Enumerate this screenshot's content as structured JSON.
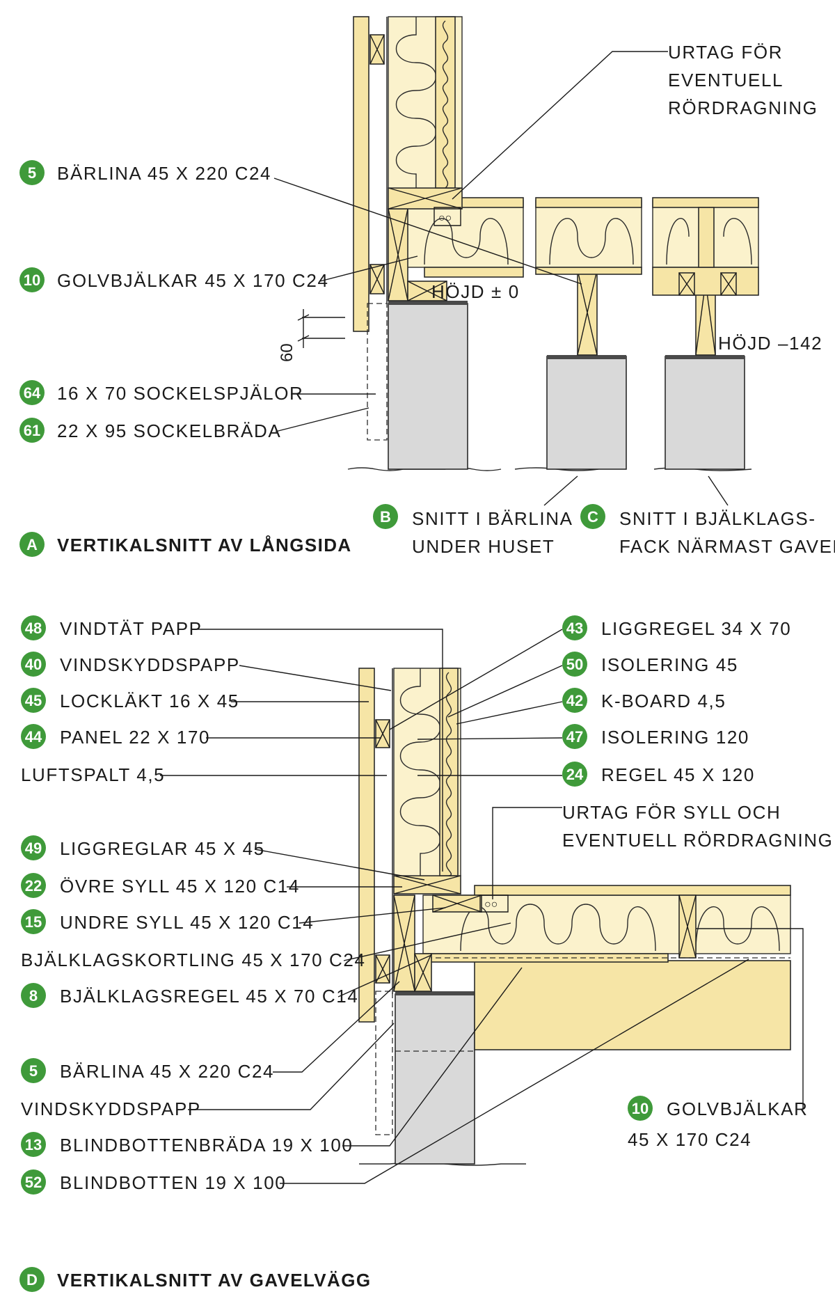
{
  "colors": {
    "badge_green": "#3f9a3a",
    "wood_yellow": "#f6e5a6",
    "insulation": "#fbf2cc",
    "concrete": "#d9d9d9",
    "line": "#1a1a1a"
  },
  "section_a": {
    "title": {
      "badge": "A",
      "text": "VERTIKALSNITT AV LÅNGSIDA"
    },
    "labels": {
      "l5": {
        "badge": "5",
        "text": "BÄRLINA 45 X 220 C24"
      },
      "l10": {
        "badge": "10",
        "text": "GOLVBJÄLKAR 45 X 170 C24"
      },
      "l64": {
        "badge": "64",
        "text": "16 X 70 SOCKELSPJÄLOR"
      },
      "l61": {
        "badge": "61",
        "text": "22 X 95 SOCKELBRÄDA"
      }
    },
    "urtag": [
      "URTAG FÖR",
      "EVENTUELL",
      "RÖRDRAGNING"
    ],
    "hojd_0": "HÖJD ± 0",
    "hojd_142": "HÖJD –142",
    "dimension_60": "60",
    "snitt_b": {
      "badge": "B",
      "lines": [
        "SNITT I BÄRLINA",
        "UNDER HUSET"
      ]
    },
    "snitt_c": {
      "badge": "C",
      "lines": [
        "SNITT I BJÄLKLAGS-",
        "FACK NÄRMAST GAVEL"
      ]
    }
  },
  "section_d": {
    "title": {
      "badge": "D",
      "text": "VERTIKALSNITT AV GAVELVÄGG"
    },
    "left_labels": {
      "l48": {
        "badge": "48",
        "text": "VINDTÄT PAPP"
      },
      "l40": {
        "badge": "40",
        "text": "VINDSKYDDSPAPP"
      },
      "l45": {
        "badge": "45",
        "text": "LOCKLÄKT 16 X 45"
      },
      "l44": {
        "badge": "44",
        "text": "PANEL 22 X 170"
      },
      "luftspalt": {
        "text": "LUFTSPALT 4,5"
      },
      "l49": {
        "badge": "49",
        "text": "LIGGREGLAR 45 X 45"
      },
      "l22": {
        "badge": "22",
        "text": "ÖVRE SYLL 45 X 120 C14"
      },
      "l15": {
        "badge": "15",
        "text": "UNDRE SYLL 45 X 120 C14"
      },
      "kortling": {
        "text": "BJÄLKLAGSKORTLING 45 X 170 C24"
      },
      "l8": {
        "badge": "8",
        "text": "BJÄLKLAGSREGEL 45 X 70 C14"
      },
      "l5": {
        "badge": "5",
        "text": "BÄRLINA 45 X 220 C24"
      },
      "vindskydd2": {
        "text": "VINDSKYDDSPAPP"
      },
      "l13": {
        "badge": "13",
        "text": "BLINDBOTTENBRÄDA 19 X 100"
      },
      "l52": {
        "badge": "52",
        "text": "BLINDBOTTEN 19 X 100"
      }
    },
    "right_labels": {
      "l43": {
        "badge": "43",
        "text": "LIGGREGEL 34 X 70"
      },
      "l50": {
        "badge": "50",
        "text": "ISOLERING 45"
      },
      "l42": {
        "badge": "42",
        "text": "K-BOARD 4,5"
      },
      "l47": {
        "badge": "47",
        "text": "ISOLERING 120"
      },
      "l24": {
        "badge": "24",
        "text": "REGEL 45 X 120"
      }
    },
    "urtag_syll": [
      "URTAG FÖR SYLL OCH",
      "EVENTUELL RÖRDRAGNING"
    ],
    "golvbjalkar": {
      "badge": "10",
      "lines": [
        "GOLVBJÄLKAR",
        "45 X 170 C24"
      ]
    }
  }
}
